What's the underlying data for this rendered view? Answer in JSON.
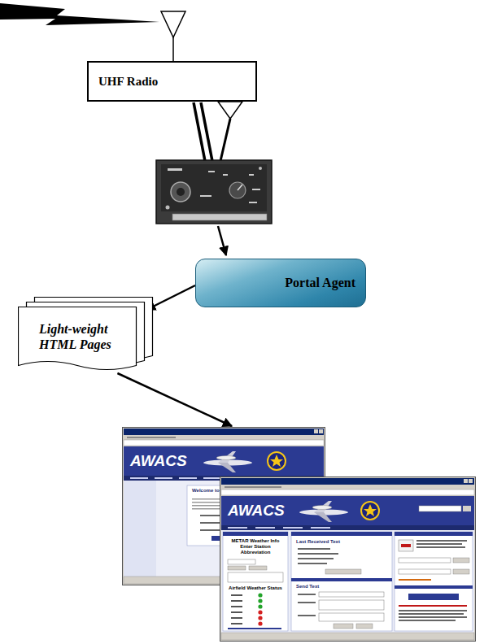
{
  "diagram": {
    "nodes": [
      {
        "text": [
          "UHF Radio"
        ]
      },
      {
        "text": [
          "Portal Agent"
        ]
      },
      {
        "text": [
          "Light-weight HTML Pages"
        ]
      },
      {
        "text": [
          "AWACS",
          "Welcome to the AWACS Portal"
        ]
      },
      {
        "text": [
          "AWACS",
          "METAR Weather Info Enter Station Abbreviation",
          "Airfield Weather Status",
          "Last Received Text",
          "Send Text"
        ]
      }
    ],
    "edges": [
      {
        "from": 1,
        "to": 2,
        "arrow": "to"
      },
      {
        "from": 2,
        "to": 3,
        "arrow": "to"
      }
    ]
  }
}
